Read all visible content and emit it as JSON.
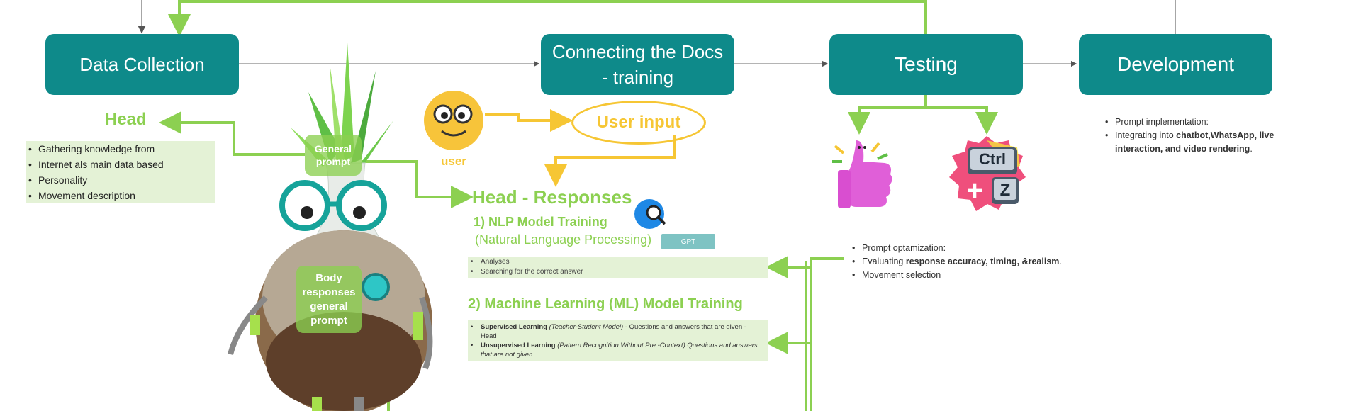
{
  "stages": {
    "data_collection": "Data Collection",
    "connecting_docs_line1": "Connecting the Docs",
    "connecting_docs_line2": "- training",
    "testing": "Testing",
    "development": "Development"
  },
  "head": {
    "title": "Head",
    "bullets": [
      "Gathering knowledge from",
      "Internet als main data based",
      "Personality",
      "Movement description"
    ]
  },
  "character": {
    "general_prompt_line1": "General",
    "general_prompt_line2": "prompt",
    "body_responses_lines": [
      "Body",
      "responses",
      "general",
      "prompt"
    ]
  },
  "user": {
    "label": "user",
    "input_label": "User input"
  },
  "head_responses": {
    "title": "Head - Responses",
    "nlp_title": "1) NLP Model Training",
    "nlp_subtitle": "(Natural Language Processing)",
    "gpt_badge": "GPT",
    "nlp_bullets": [
      "Analyses",
      "Searching for the correct answer"
    ],
    "ml_title": "2) Machine Learning (ML) Model Training",
    "ml_item1_bold": "Supervised Learning",
    "ml_item1_italic": "(Teacher-Student Model)",
    "ml_item1_rest": "- Questions and answers that are given - Head",
    "ml_item2_bold": "Unsupervised Learning",
    "ml_item2_italic": "(Pattern Recognition Without Pre -Context) Questions and answers that are not given"
  },
  "testing_notes": {
    "item1": "Prompt optamization:",
    "item2_prefix": "Evaluating ",
    "item2_bold": "response accuracy, timing, &realism",
    "item2_suffix": ".",
    "item3": "Movement selection"
  },
  "development_notes": {
    "item1": "Prompt implementation:",
    "item2_prefix": "Integrating into ",
    "item2_bold": "chatbot,WhatsApp, live interaction, and video rendering",
    "item2_suffix": "."
  },
  "keys": {
    "ctrl": "Ctrl",
    "plus": "+",
    "z": "Z"
  },
  "colors": {
    "stage_teal": "#0e8a8a",
    "accent_green": "#8cd051",
    "accent_yellow": "#f6c634",
    "panel_green": "#e4f2d6",
    "badge_teal": "#7ec3c3"
  }
}
